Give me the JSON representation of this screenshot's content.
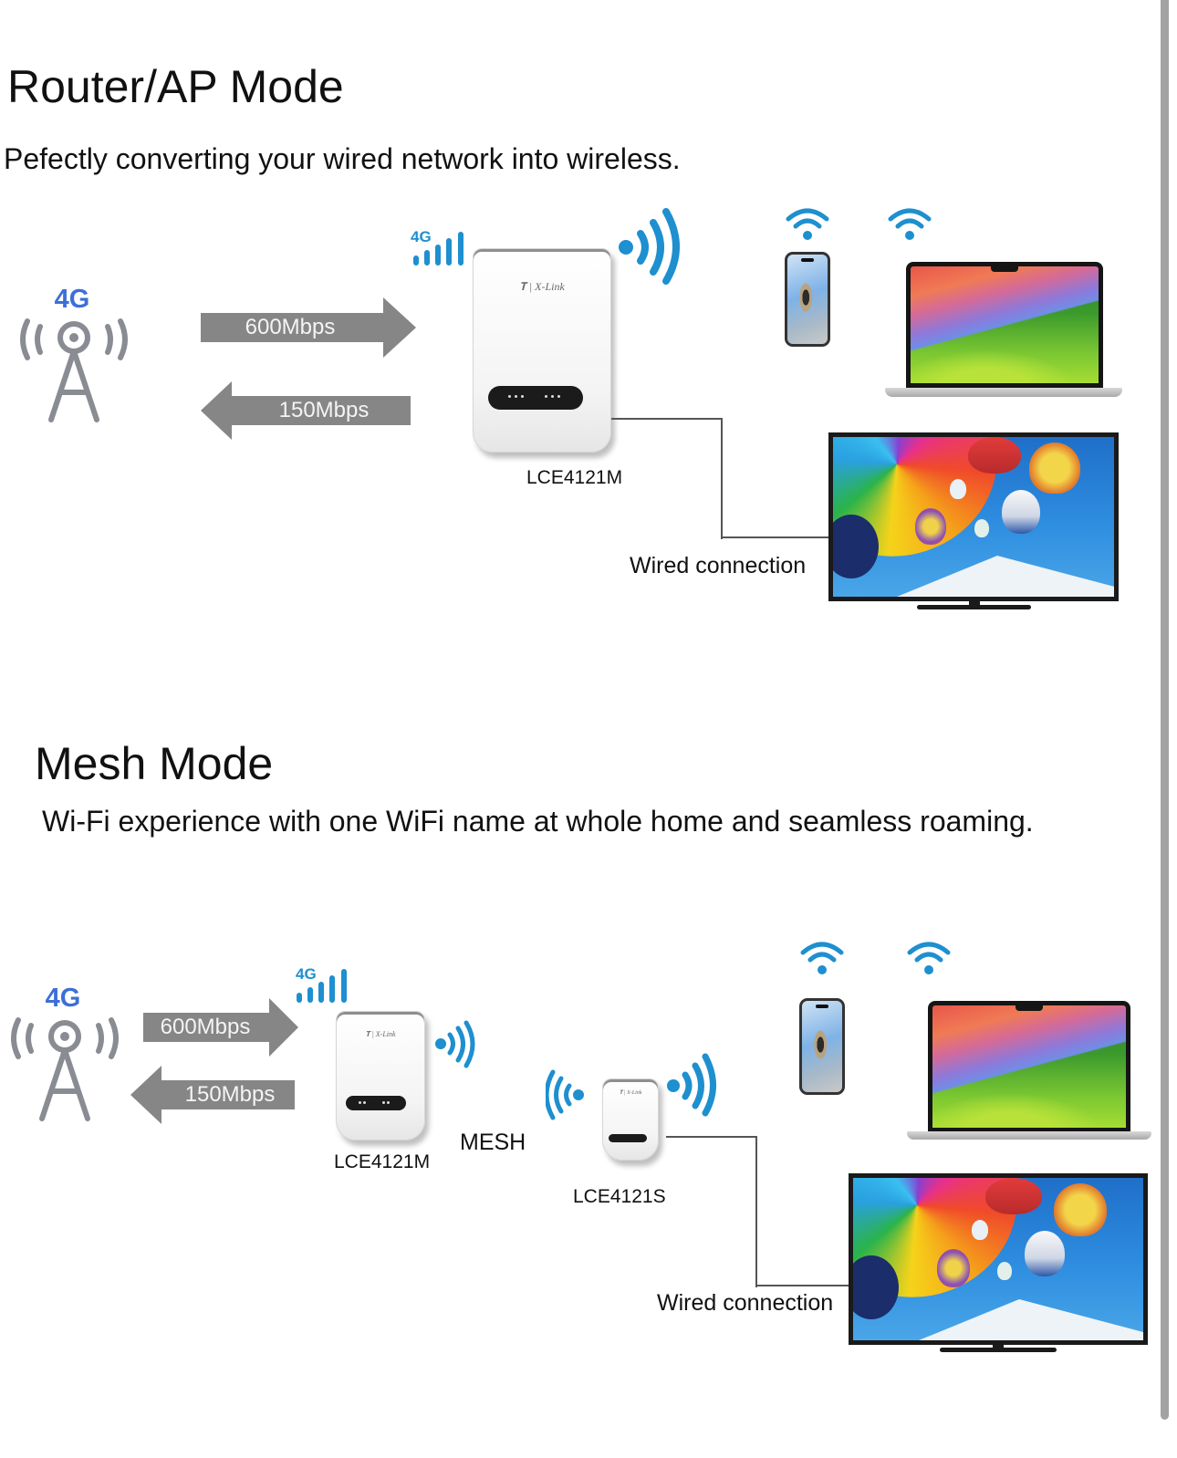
{
  "colors": {
    "signal_blue": "#1e8fcf",
    "tower_gray": "#8a8c93",
    "tower_label_blue": "#3c6fd8",
    "arrow_gray": "#868686",
    "text": "#111111"
  },
  "router_ap": {
    "title": "Router/AP Mode",
    "subtitle": "Pefectly converting your wired network into wireless.",
    "tower": {
      "label": "4G",
      "icon": "cell-tower-icon"
    },
    "downlink": {
      "label": "600Mbps",
      "direction": "right"
    },
    "uplink": {
      "label": "150Mbps",
      "direction": "left"
    },
    "router": {
      "model": "LCE4121M",
      "brand": "X-Link",
      "signal_label": "4G",
      "icon": "router-icon"
    },
    "clients": [
      {
        "type": "phone",
        "icon": "smartphone-icon",
        "connection": "wifi"
      },
      {
        "type": "laptop",
        "icon": "laptop-icon",
        "connection": "wifi"
      },
      {
        "type": "tv",
        "icon": "tv-icon",
        "connection": "wired"
      }
    ],
    "wired_label": "Wired connection"
  },
  "mesh": {
    "title": "Mesh Mode",
    "subtitle": "Wi-Fi experience with one WiFi name at whole home and seamless roaming.",
    "tower": {
      "label": "4G",
      "icon": "cell-tower-icon"
    },
    "downlink": {
      "label": "600Mbps",
      "direction": "right"
    },
    "uplink": {
      "label": "150Mbps",
      "direction": "left"
    },
    "main_router": {
      "model": "LCE4121M",
      "brand": "X-Link",
      "signal_label": "4G"
    },
    "link_label": "MESH",
    "satellite": {
      "model": "LCE4121S",
      "brand": "X-Link"
    },
    "clients": [
      {
        "type": "phone",
        "icon": "smartphone-icon",
        "connection": "wifi"
      },
      {
        "type": "laptop",
        "icon": "laptop-icon",
        "connection": "wifi"
      },
      {
        "type": "tv",
        "icon": "tv-icon",
        "connection": "wired"
      }
    ],
    "wired_label": "Wired connection"
  }
}
